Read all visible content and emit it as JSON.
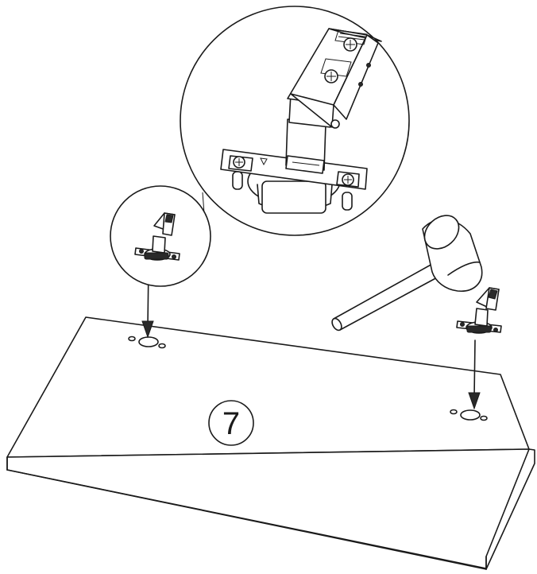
{
  "diagram": {
    "step_number": "7",
    "colors": {
      "line": "#1a1a1a",
      "background": "#ffffff"
    },
    "icons": [
      "panel-board",
      "hinge",
      "mallet",
      "arrow-down",
      "drilled-hole",
      "magnifier-callout"
    ]
  }
}
